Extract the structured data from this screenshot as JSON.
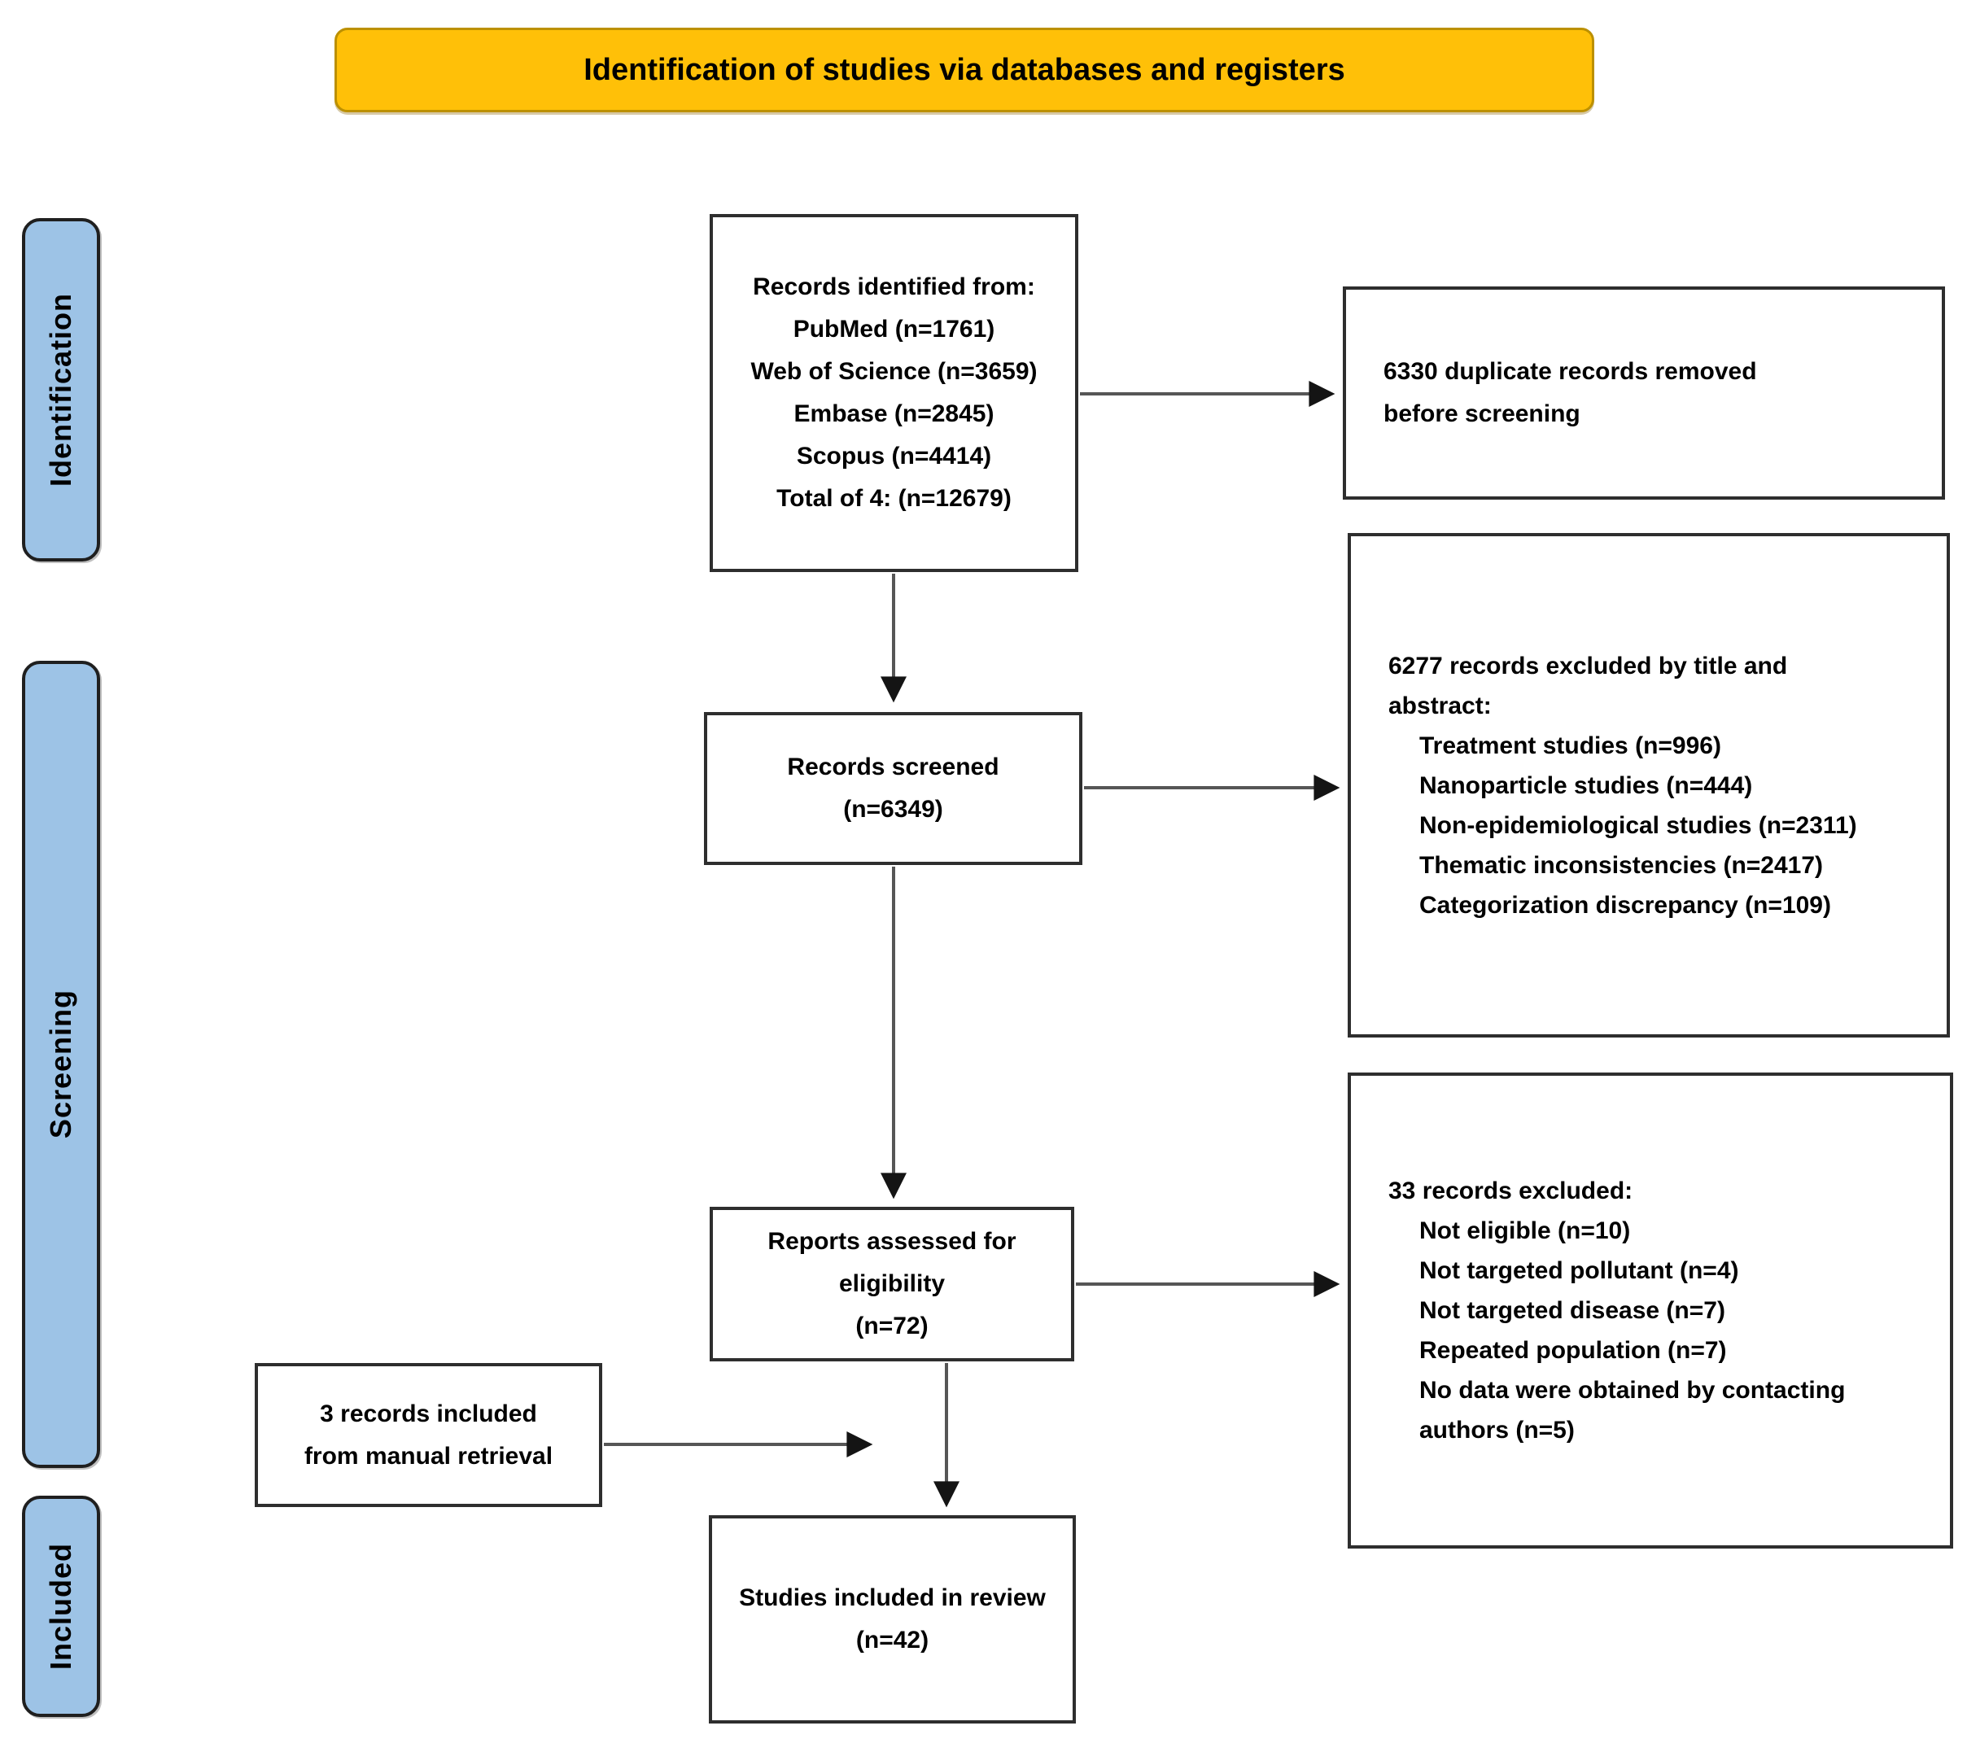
{
  "banner": {
    "title": "Identification of studies via databases and registers"
  },
  "stages": [
    {
      "id": "identification",
      "label": "Identification"
    },
    {
      "id": "screening",
      "label": "Screening"
    },
    {
      "id": "included",
      "label": "Included"
    }
  ],
  "boxes": {
    "records_identified": {
      "lines": [
        "Records identified from:",
        "PubMed (n=1761)",
        "Web of Science (n=3659)",
        "Embase (n=2845)",
        "Scopus (n=4414)",
        "Total of 4: (n=12679)"
      ]
    },
    "duplicates_removed": {
      "lines": [
        "6330 duplicate records removed",
        "before screening"
      ]
    },
    "records_screened": {
      "lines": [
        "Records screened",
        "(n=6349)"
      ]
    },
    "excluded_title_abstract": {
      "lines": [
        "6277 records excluded by title and",
        "abstract:",
        "Treatment studies (n=996)",
        "Nanoparticle studies (n=444)",
        "Non-epidemiological studies (n=2311)",
        "Thematic inconsistencies (n=2417)",
        "Categorization discrepancy (n=109)"
      ]
    },
    "reports_assessed": {
      "lines": [
        "Reports assessed for",
        "eligibility",
        "(n=72)"
      ]
    },
    "records_excluded": {
      "lines": [
        "33 records excluded:",
        "Not eligible (n=10)",
        "Not targeted pollutant (n=4)",
        "Not targeted disease (n=7)",
        "Repeated population (n=7)",
        "No data were obtained by contacting",
        "authors (n=5)"
      ]
    },
    "manual_retrieval": {
      "lines": [
        "3 records included",
        "from manual retrieval"
      ]
    },
    "studies_included": {
      "lines": [
        "Studies included in review",
        "(n=42)"
      ]
    }
  },
  "colors": {
    "banner_fill": "#FFC008",
    "banner_border": "#BC9000",
    "stage_fill": "#9DC3E6",
    "stage_border": "#1F1F1F",
    "box_border": "#2E2E2E",
    "connector_line": "#565656",
    "arrowhead": "#141414"
  }
}
